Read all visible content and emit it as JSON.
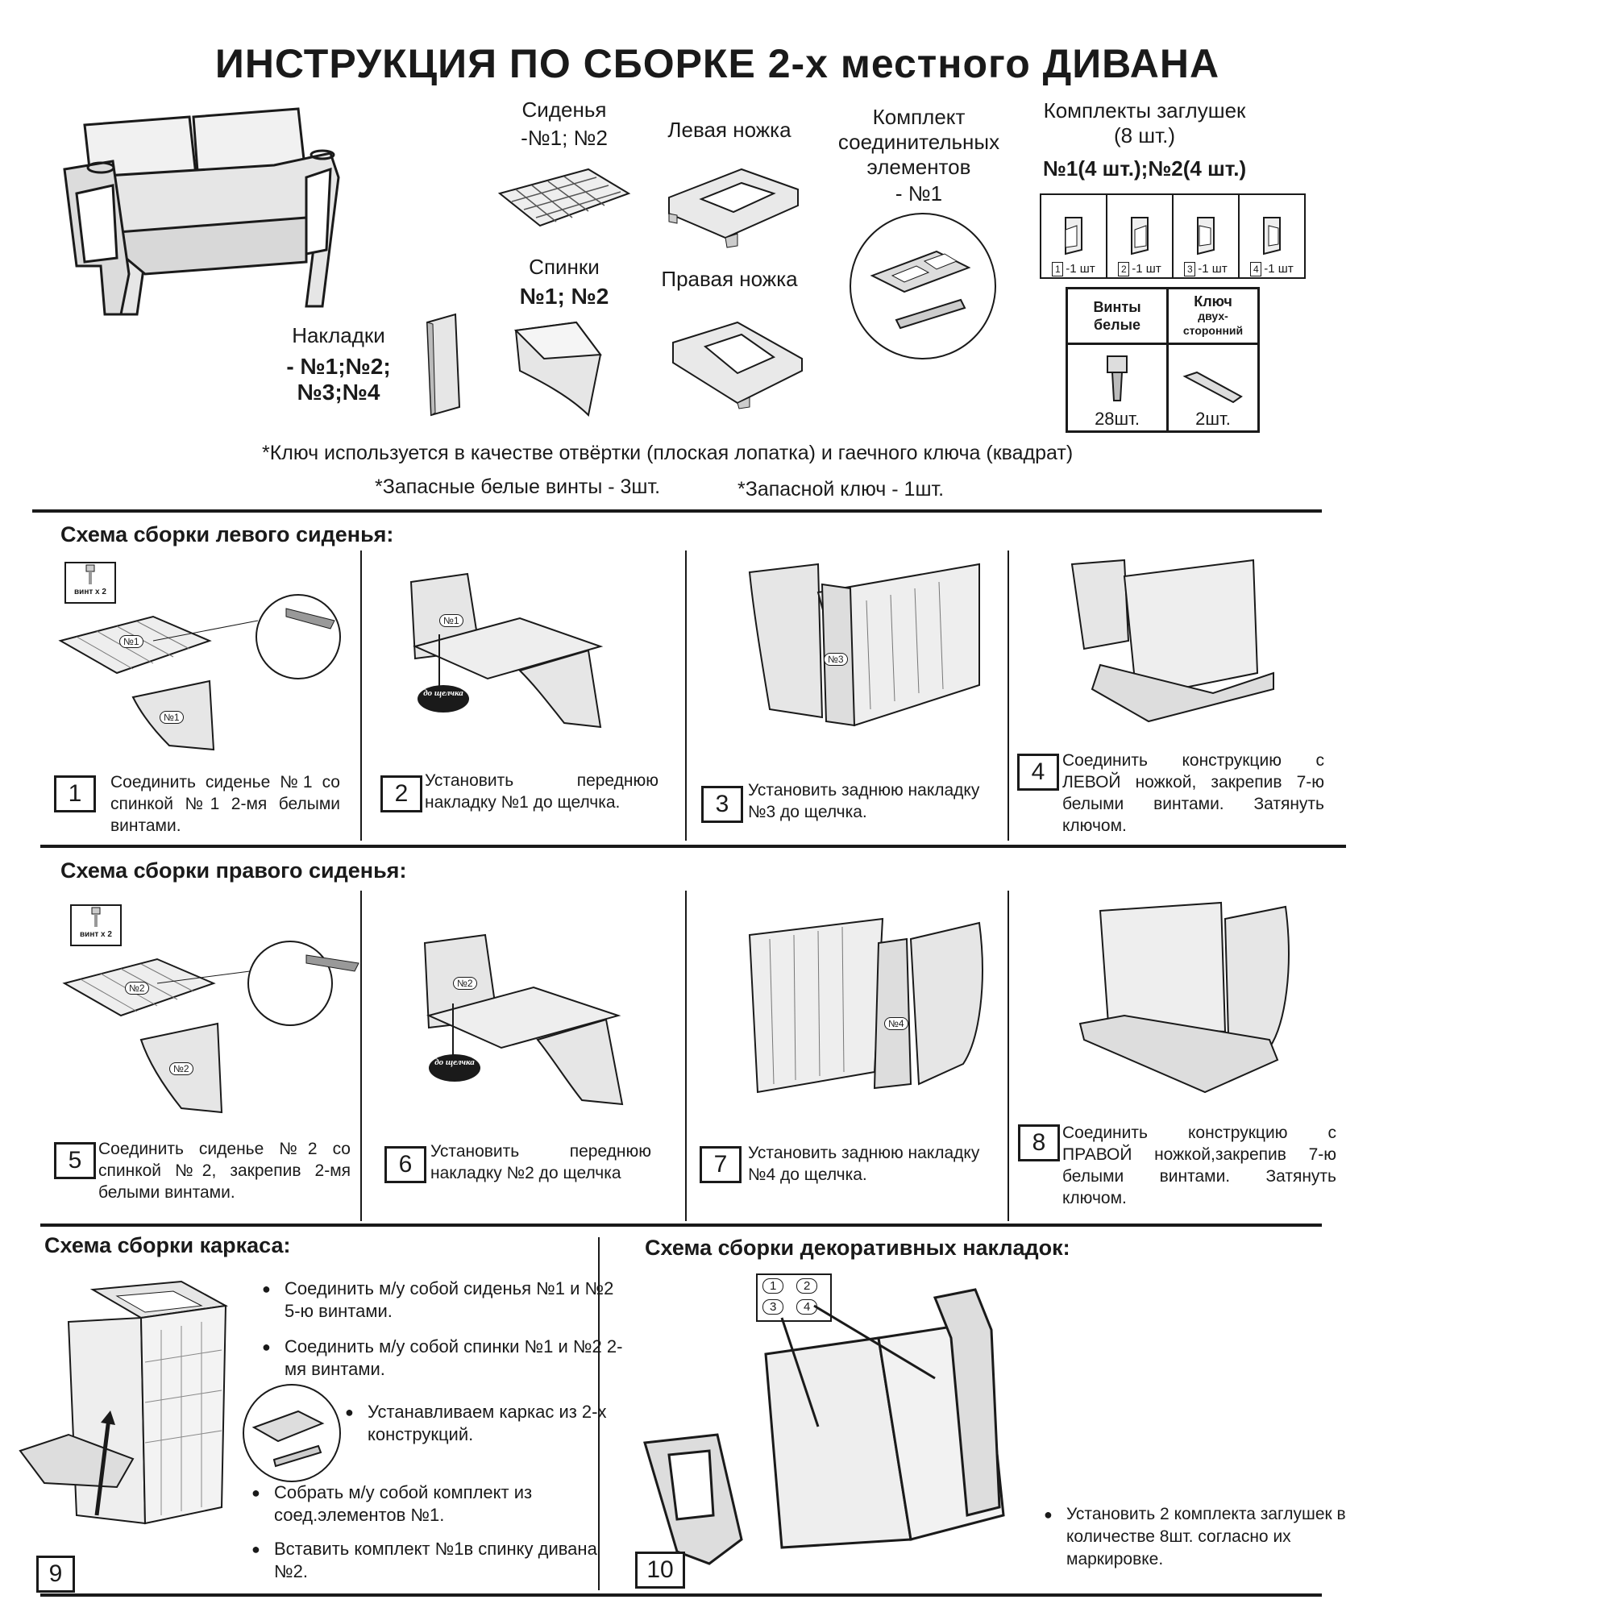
{
  "title": "ИНСТРУКЦИЯ ПО СБОРКЕ 2-х местного ДИВАНА",
  "parts": {
    "seats_label": "Сиденья",
    "seats_nums": "-№1; №2",
    "left_leg": "Левая ножка",
    "right_leg": "Правая ножка",
    "backs_label": "Спинки",
    "backs_nums": "№1; №2",
    "connector_kit": "Комплект соединительных элементов",
    "connector_num": "- №1",
    "overlays_label": "Накладки",
    "overlays_nums_1": "- №1;№2;",
    "overlays_nums_2": "№3;№4",
    "plug_sets_title": "Комплекты заглушек (8 шт.)",
    "plug_sets_nums": "№1(4 шт.);№2(4 шт.)",
    "plugs": [
      {
        "tag": "1",
        "text": "-1 шт"
      },
      {
        "tag": "2",
        "text": "-1 шт"
      },
      {
        "tag": "3",
        "text": "-1 шт"
      },
      {
        "tag": "4",
        "text": "-1 шт"
      }
    ],
    "tools": {
      "screws_header": "Винты белые",
      "key_header_1": "Ключ",
      "key_header_2": "двух-сторонний",
      "screws_qty": "28шт.",
      "key_qty": "2шт."
    }
  },
  "notes": {
    "key_use": "*Ключ используется в качестве отвёртки (плоская лопатка) и гаечного ключа (квадрат)",
    "spare_screws": "*Запасные белые винты - 3шт.",
    "spare_key": "*Запасной ключ - 1шт."
  },
  "left_seat": {
    "heading": "Схема сборки левого сиденья:",
    "screw_badge": "винт х 2",
    "click_badge": "до щелчка",
    "labels": {
      "seat": "№1",
      "back": "№1",
      "front_overlay": "№1",
      "rear_overlay": "№3"
    },
    "steps": [
      {
        "num": "1",
        "text": "Соединить сиденье №1 со спинкой №1 2-мя белыми винтами."
      },
      {
        "num": "2",
        "text": "Установить переднюю накладку №1 до щелчка."
      },
      {
        "num": "3",
        "text": "Установить заднюю накладку №3 до щелчка."
      },
      {
        "num": "4",
        "text": "Соединить конструкцию с ЛЕВОЙ ножкой, закрепив 7-ю белыми винтами. Затянуть ключом."
      }
    ]
  },
  "right_seat": {
    "heading": "Схема сборки правого сиденья:",
    "screw_badge": "винт х 2",
    "click_badge": "до щелчка",
    "labels": {
      "seat": "№2",
      "back": "№2",
      "front_overlay": "№2",
      "rear_overlay": "№4"
    },
    "steps": [
      {
        "num": "5",
        "text": "Соединить сиденье №2 со спинкой №2, закрепив 2-мя белыми винтами."
      },
      {
        "num": "6",
        "text": "Установить переднюю накладку №2 до щелчка"
      },
      {
        "num": "7",
        "text": "Установить заднюю накладку №4 до щелчка."
      },
      {
        "num": "8",
        "text": "Соединить конструкцию с ПРАВОЙ ножкой,закрепив 7-ю белыми винтами. Затянуть ключом."
      }
    ]
  },
  "frame": {
    "heading": "Схема сборки каркаса:",
    "num": "9",
    "bullets": [
      "Соединить м/у собой сиденья №1 и №2 5-ю винтами.",
      "Соединить м/у собой спинки №1 и №2 2-мя винтами.",
      "Устанавливаем каркас из 2-х конструкций.",
      "Собрать м/у собой комплект из соед.элементов №1.",
      "Вставить комплект №1в спинку дивана №2."
    ]
  },
  "decor": {
    "heading": "Схема сборки декоративных накладок:",
    "num": "10",
    "plug_marks": [
      "1",
      "2",
      "3",
      "4"
    ],
    "bullet": "Установить 2 комплекта заглушек в количестве 8шт. согласно их маркировке."
  }
}
